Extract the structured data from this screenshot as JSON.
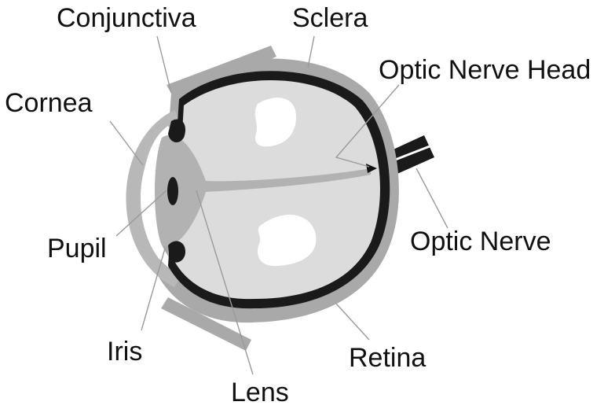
{
  "diagram": {
    "labels": {
      "conjunctiva": "Conjunctiva",
      "sclera": "Sclera",
      "optic_nerve_head": "Optic Nerve Head",
      "cornea": "Cornea",
      "pupil": "Pupil",
      "optic_nerve": "Optic Nerve",
      "iris": "Iris",
      "retina": "Retina",
      "lens": "Lens"
    },
    "colors": {
      "background": "#ffffff",
      "sclera": "#a9a9a9",
      "retina": "#1a1a1a",
      "vitreous": "#dcdcdc",
      "lens": "#b2b2b2",
      "cornea": "#c8c8c8",
      "highlight": "#ffffff",
      "optic_nerve": "#1a1a1a",
      "leader_lines": "#9a9a9a",
      "text": "#111111"
    }
  }
}
